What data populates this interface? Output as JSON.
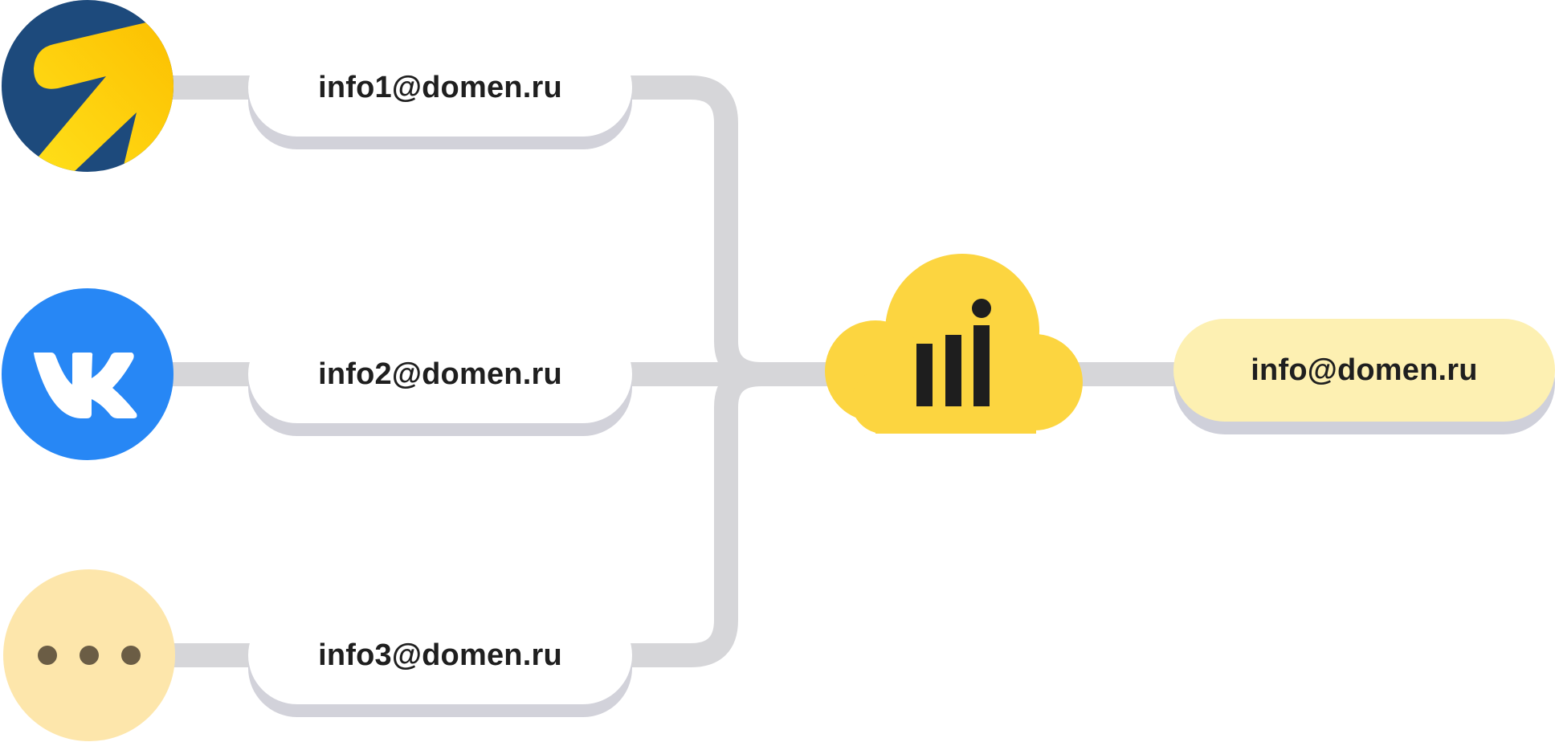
{
  "sources": [
    {
      "icon": "yandex-arrow-icon",
      "email": "info1@domen.ru"
    },
    {
      "icon": "vk-logo-icon",
      "email": "info2@domen.ru"
    },
    {
      "icon": "more-dots-icon",
      "email": "info3@domen.ru"
    }
  ],
  "hub": {
    "icon": "analytics-cloud-icon"
  },
  "output": {
    "email": "info@domen.ru"
  },
  "colors": {
    "connector": "#d6d6d9",
    "cloud": "#fcd540",
    "output_pill": "#fdf0b2",
    "vk_blue": "#2787f5",
    "yandex_navy": "#1d4a7c",
    "yandex_yellow": "#fcc710",
    "dots_bg": "#fde6ab"
  }
}
